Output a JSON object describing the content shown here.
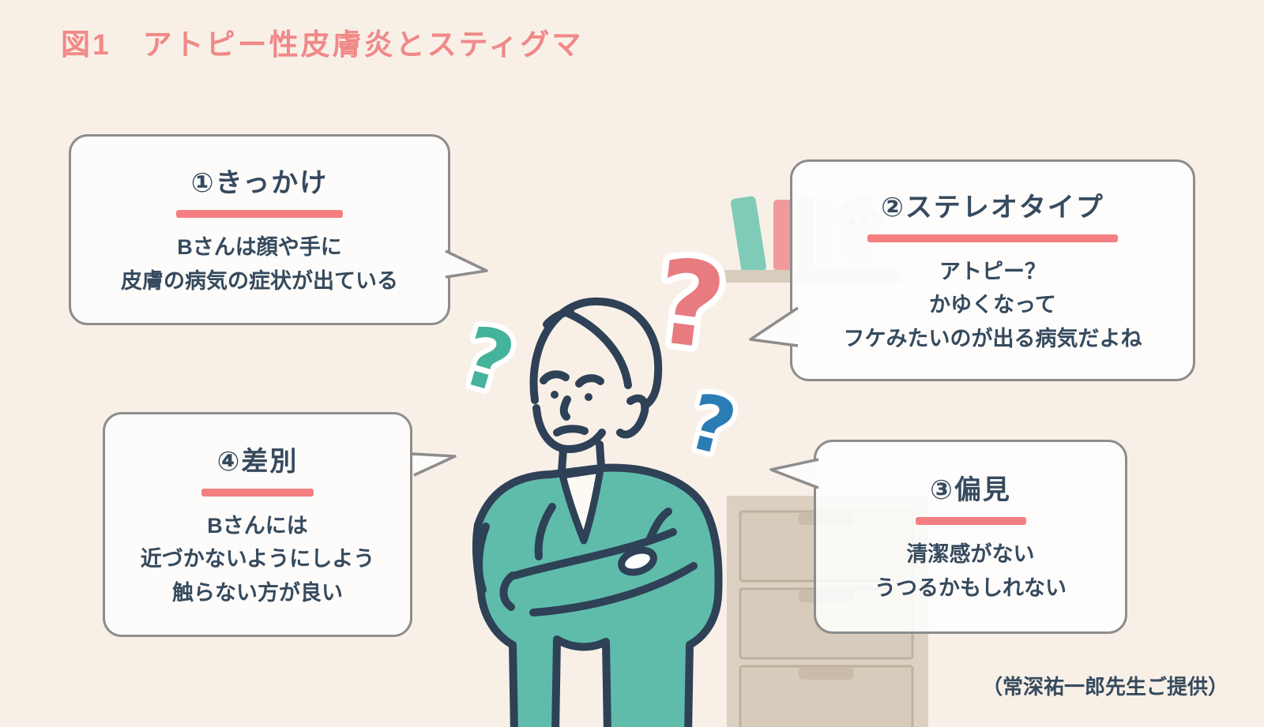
{
  "title": "図1　アトピー性皮膚炎とスティグマ",
  "credit": "（常深祐一郎先生ご提供）",
  "colors": {
    "background": "#f8f0e7",
    "title_coral": "#f18888",
    "underline_pink": "#f47f80",
    "text_navy": "#364a5e",
    "bubble_border_gray": "#8d8d8d",
    "cardigan_teal": "#5fbcab",
    "outline_navy": "#2e4156",
    "question_teal": "#45b29b",
    "question_red": "#e87b80",
    "question_blue": "#2b7cb4"
  },
  "bubbles": [
    {
      "label": "①きっかけ",
      "lines": [
        "Bさんは顔や手に",
        "皮膚の病気の症状が出ている"
      ]
    },
    {
      "label": "②ステレオタイプ",
      "lines": [
        "アトピー？",
        "かゆくなって",
        "フケみたいのが出る病気だよね"
      ]
    },
    {
      "label": "③偏見",
      "lines": [
        "清潔感がない",
        "うつるかもしれない"
      ]
    },
    {
      "label": "④差別",
      "lines": [
        "Bさんには",
        "近づかないようにしよう",
        "触らない方が良い"
      ]
    }
  ],
  "illustration": {
    "person": "worried-person-with-crossed-arms",
    "props": [
      "bookshelf-with-books-and-plant",
      "dresser"
    ],
    "question_marks": [
      "teal",
      "red",
      "blue"
    ]
  }
}
